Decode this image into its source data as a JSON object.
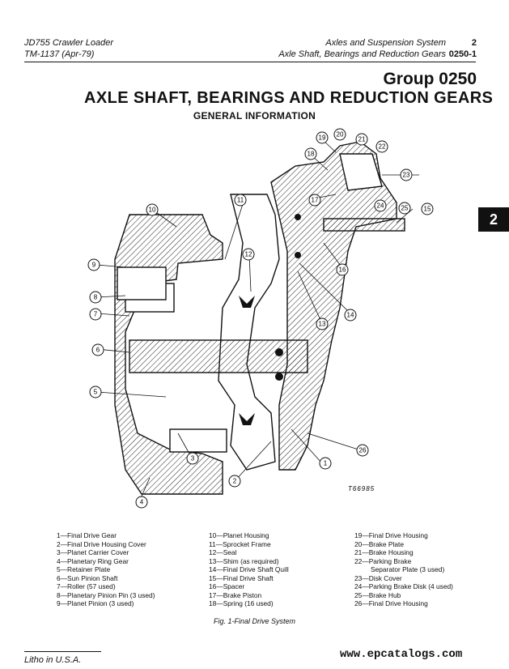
{
  "header": {
    "left_line1": "JD755 Crawler Loader",
    "left_line2": "TM-1137  (Apr-79)",
    "right_line1": "Axles and Suspension System",
    "right_line2": "Axle Shaft, Bearings and Reduction Gears",
    "page_num": "2",
    "section_num": "0250-1"
  },
  "group": "Group 0250",
  "title": "AXLE SHAFT, BEARINGS AND REDUCTION GEARS",
  "subtitle": "GENERAL INFORMATION",
  "side_tab": "2",
  "figure": {
    "drawing_code": "T66985",
    "callouts": [
      "1",
      "2",
      "3",
      "4",
      "5",
      "6",
      "7",
      "8",
      "9",
      "10",
      "11",
      "12",
      "13",
      "14",
      "15",
      "16",
      "17",
      "18",
      "19",
      "20",
      "21",
      "22",
      "23",
      "24",
      "25",
      "26"
    ]
  },
  "legend": {
    "col1": [
      "1—Final Drive Gear",
      "2—Final Drive Housing Cover",
      "3—Planet Carrier Cover",
      "4—Planetary Ring Gear",
      "5—Retainer Plate",
      "6—Sun Pinion Shaft",
      "7—Roller (57 used)",
      "8—Planetary Pinion Pin (3 used)",
      "9—Planet Pinion (3 used)"
    ],
    "col2": [
      "10—Planet Housing",
      "11—Sprocket Frame",
      "12—Seal",
      "13—Shim (as required)",
      "14—Final Drive Shaft Quill",
      "15—Final Drive Shaft",
      "16—Spacer",
      "17—Brake Piston",
      "18—Spring (16 used)"
    ],
    "col3": [
      "19—Final Drive Housing",
      "20—Brake Plate",
      "21—Brake Housing",
      "22—Parking Brake",
      "Separator Plate (3 used)",
      "23—Disk Cover",
      "24—Parking Brake Disk (4 used)",
      "25—Brake Hub",
      "26—Final Drive Housing"
    ]
  },
  "caption": "Fig. 1-Final Drive System",
  "footer": {
    "litho": "Litho in U.S.A.",
    "url": "www.epcatalogs.com"
  }
}
